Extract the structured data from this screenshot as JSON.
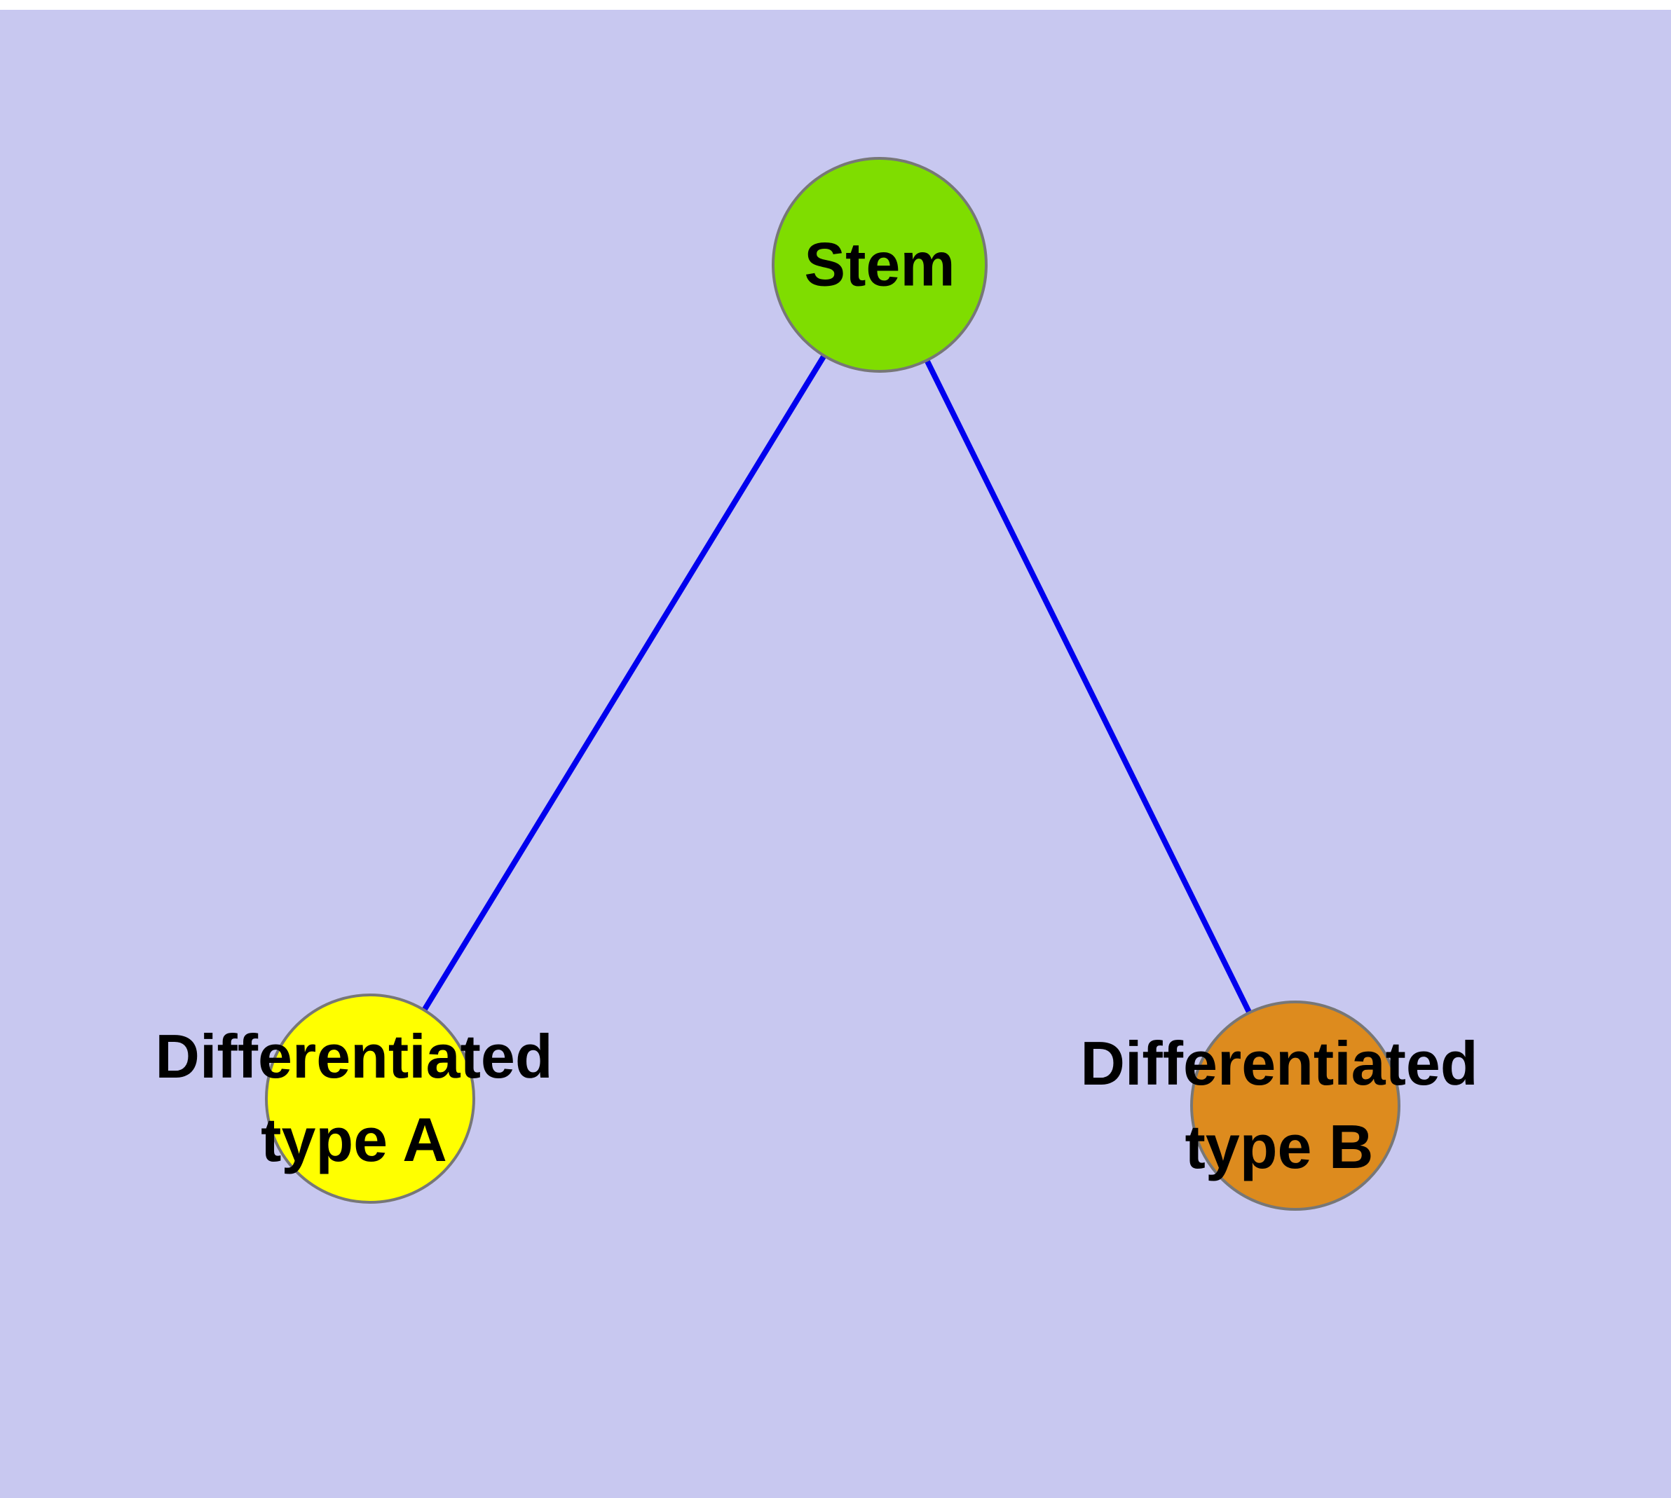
{
  "diagram": {
    "background_color": "#c8c8f0",
    "edge_color": "#0000ee",
    "node_border_color": "#777777",
    "nodes": [
      {
        "id": "stem",
        "label": "Stem",
        "color": "#7fdd00"
      },
      {
        "id": "differentiated-type-a",
        "label_line1": "Differentiated",
        "label_line2": "type A",
        "color": "#ffff00"
      },
      {
        "id": "differentiated-type-b",
        "label_line1": "Differentiated",
        "label_line2": "type B",
        "color": "#dd8b1e"
      }
    ],
    "edges": [
      {
        "from": "stem",
        "to": "differentiated-type-a"
      },
      {
        "from": "stem",
        "to": "differentiated-type-b"
      }
    ]
  }
}
